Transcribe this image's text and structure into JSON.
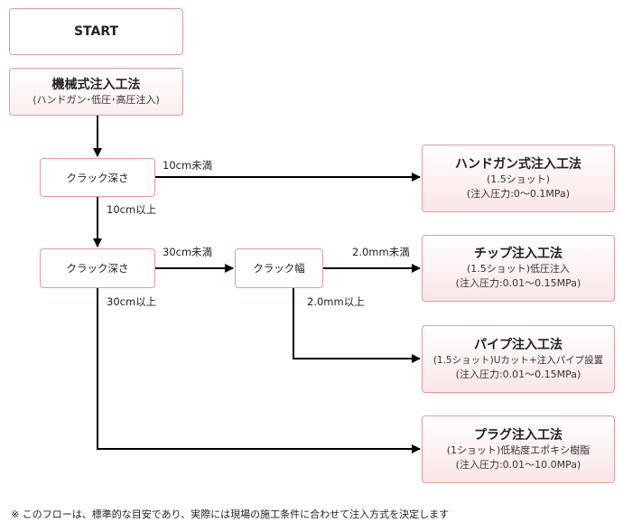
{
  "nodes": {
    "start": {
      "title": "START"
    },
    "mechanical": {
      "title": "機械式注入工法",
      "sub": "(ハンドガン･低圧･高圧注入)"
    },
    "depth1": {
      "label": "クラック深さ"
    },
    "depth2": {
      "label": "クラック深さ"
    },
    "width": {
      "label": "クラック幅"
    },
    "handgun": {
      "title": "ハンドガン式注入工法",
      "line1": "(1.5ショット)",
      "line2": "(注入圧力:0〜0.1MPa)"
    },
    "chip": {
      "title": "チップ注入工法",
      "line1": "(1.5ショット)低圧注入",
      "line2": "(注入圧力:0.01〜0.15MPa)"
    },
    "pipe": {
      "title": "パイプ注入工法",
      "line1": "(1.5ショット)Uカット+注入パイプ設置",
      "line2": "(注入圧力:0.01〜0.15MPa)"
    },
    "plug": {
      "title": "プラグ注入工法",
      "line1": "(1ショット)低粘度エポキシ樹脂",
      "line2": "(注入圧力:0.01〜10.0MPa)"
    }
  },
  "edges": {
    "under10": "10cm未満",
    "over10": "10cm以上",
    "under30": "30cm未満",
    "over30": "30cm以上",
    "under2": "2.0mm未満",
    "over2": "2.0mm以上"
  },
  "note": "※ このフローは、標準的な目安であり、実際には現場の施工条件に合わせて注入方式を決定します",
  "colors": {
    "border": "#e59a9a",
    "arrow": "#000000",
    "result_fill": "#fbe6e6"
  }
}
